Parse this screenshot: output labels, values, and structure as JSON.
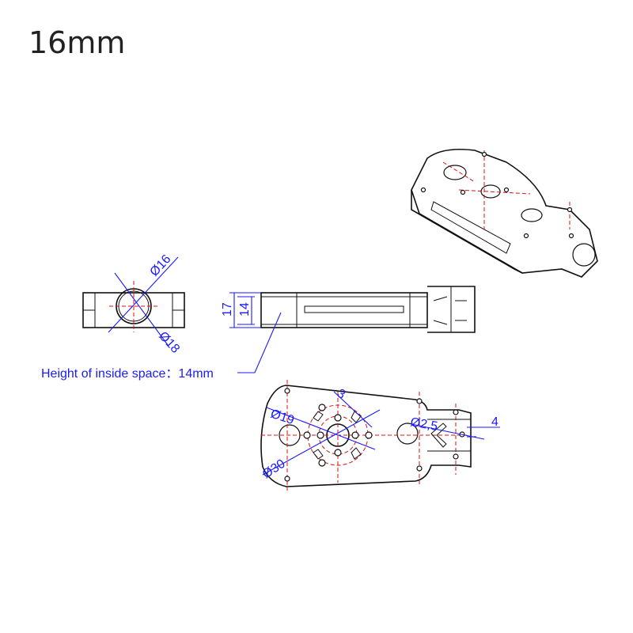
{
  "title": "16mm",
  "colors": {
    "outline": "#111111",
    "centerline": "#dd1111",
    "dimension": "#1a1aff"
  },
  "end_view": {
    "dim_inner": "Ø16",
    "dim_outer": "Ø18"
  },
  "side_view": {
    "dim_total": "17",
    "dim_inside": "14"
  },
  "note": "Height of inside space：14mm",
  "top_view": {
    "dim_bolt": "Ø19",
    "dim_circle": "Ø30",
    "dim_slot": "3",
    "dim_hole": "Ø2,5",
    "dim_offset": "4"
  }
}
